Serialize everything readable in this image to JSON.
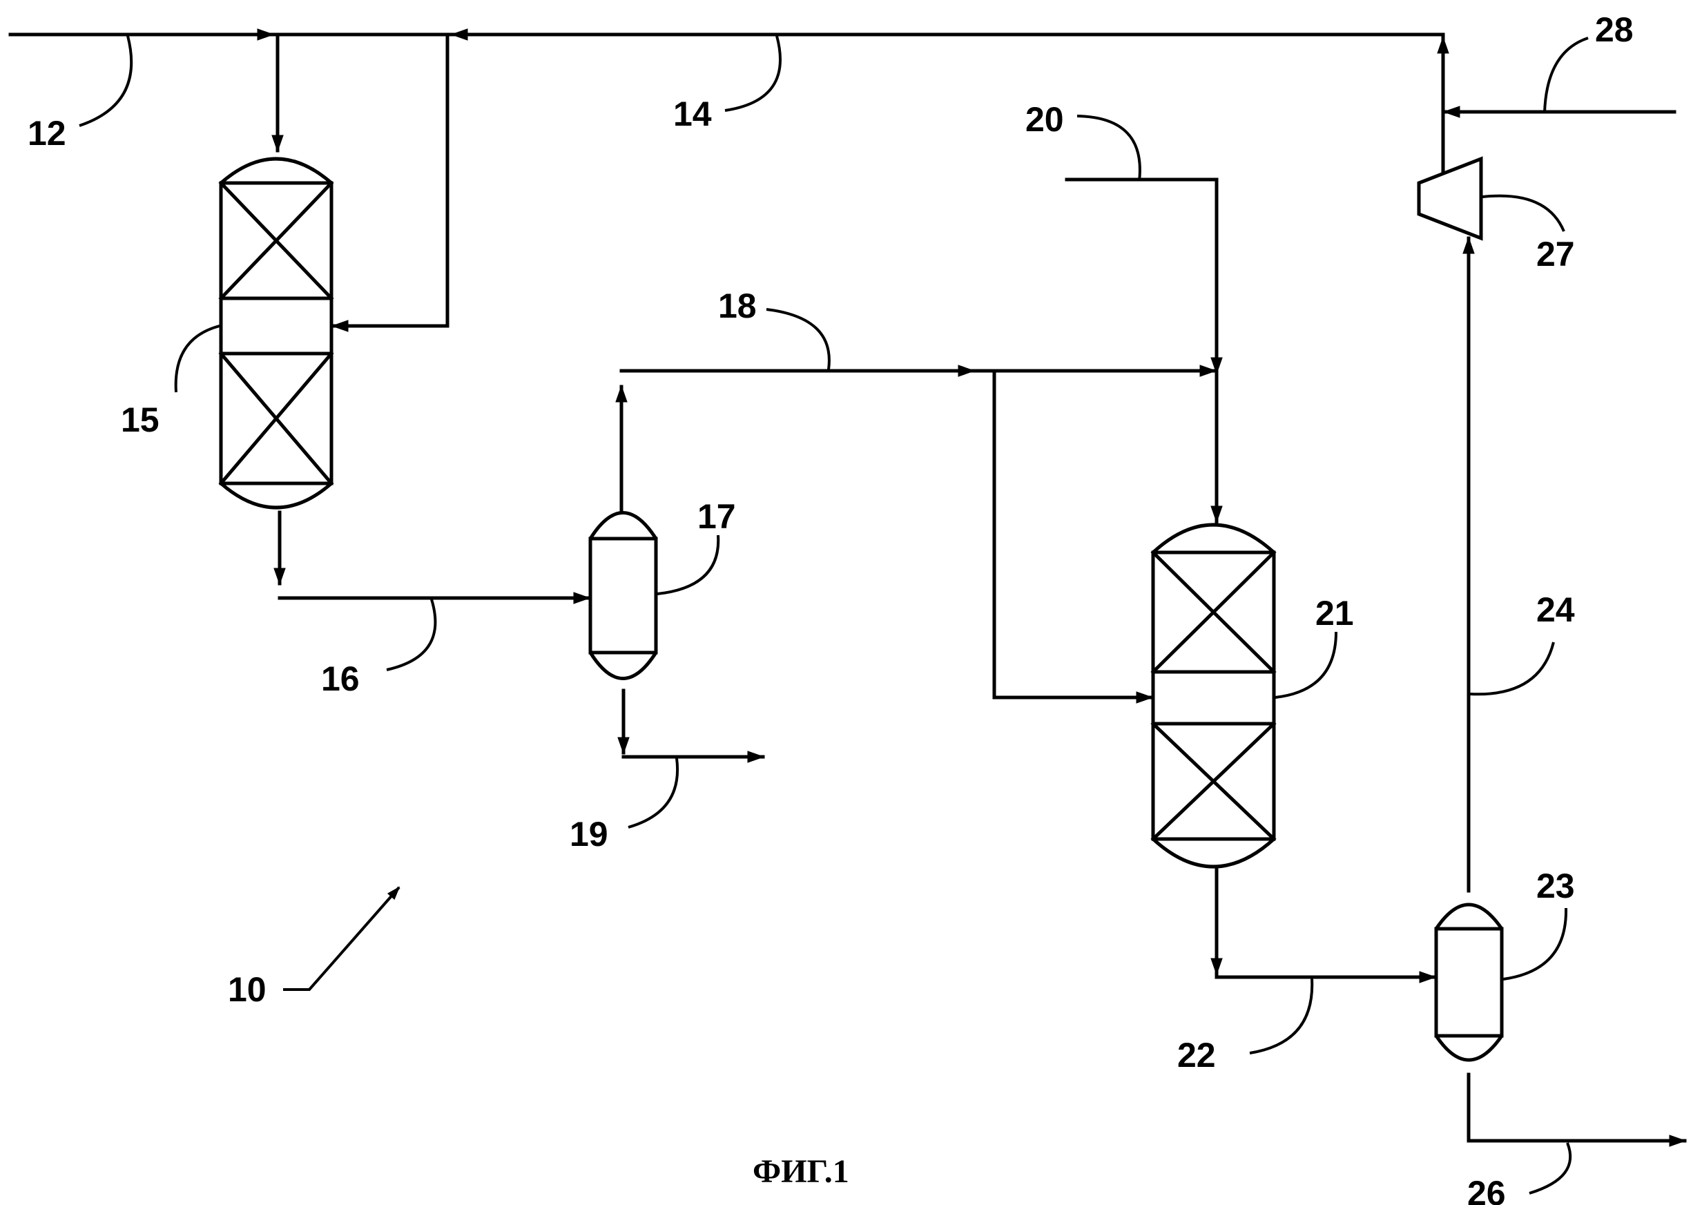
{
  "figure": {
    "caption": "ФИГ.1"
  },
  "labels": {
    "l10": "10",
    "l12": "12",
    "l14": "14",
    "l15": "15",
    "l16": "16",
    "l17": "17",
    "l18": "18",
    "l19": "19",
    "l20": "20",
    "l21": "21",
    "l22": "22",
    "l23": "23",
    "l24": "24",
    "l26": "26",
    "l27": "27",
    "l28": "28"
  }
}
